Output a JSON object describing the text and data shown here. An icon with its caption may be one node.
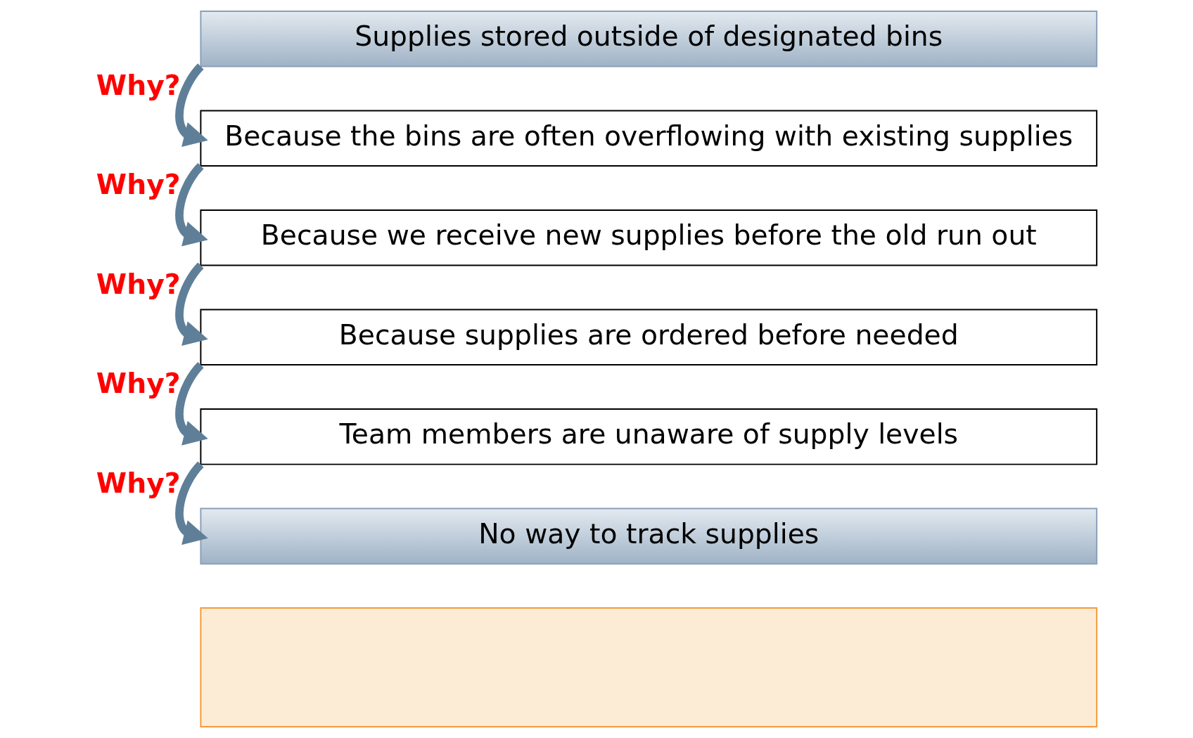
{
  "diagram": {
    "nodes": [
      {
        "text": [
          "Supplies stored outside of designated bins"
        ]
      },
      {
        "text": [
          "Because the bins are often overflowing with existing supplies"
        ]
      },
      {
        "text": [
          "Because we receive new supplies before the old run out"
        ]
      },
      {
        "text": [
          "Because supplies are ordered before needed"
        ]
      },
      {
        "text": [
          "Team members are unaware of supply levels"
        ]
      },
      {
        "text": [
          "No way to track supplies"
        ]
      },
      {
        "text": [],
        "shape": "box"
      }
    ],
    "edges": [
      {
        "from": 0,
        "to": 1,
        "arrow": "to",
        "label": "Why?"
      },
      {
        "from": 1,
        "to": 2,
        "arrow": "to",
        "label": "Why?"
      },
      {
        "from": 2,
        "to": 3,
        "arrow": "to",
        "label": "Why?"
      },
      {
        "from": 3,
        "to": 4,
        "arrow": "to",
        "label": "Why?"
      },
      {
        "from": 4,
        "to": 5,
        "arrow": "to",
        "label": "Why?"
      }
    ]
  }
}
